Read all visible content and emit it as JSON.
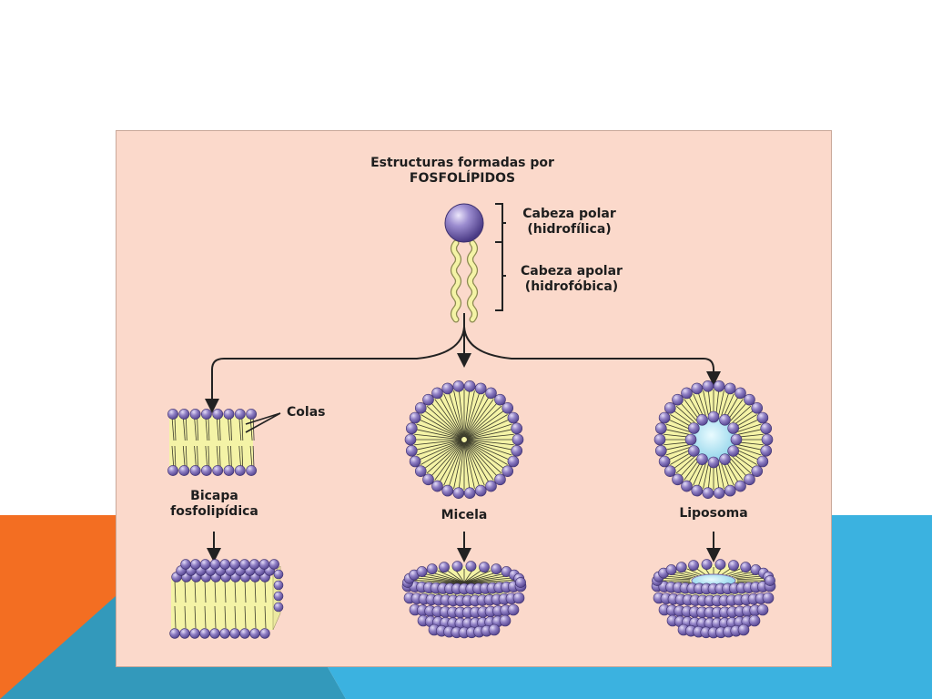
{
  "slide": {
    "colors": {
      "background": "#ffffff",
      "orange": "#f36e22",
      "blue": "#3bb2e0",
      "teal": "#3399bb"
    }
  },
  "figure": {
    "title_line1": "Estructuras formadas por",
    "title_line2": "FOSFOLÍPIDOS",
    "head_label_line1": "Cabeza polar",
    "head_label_line2": "(hidrofílica)",
    "tail_label_line1": "Cabeza apolar",
    "tail_label_line2": "(hidrofóbica)",
    "tails_label": "Colas",
    "bilayer_label_line1": "Bicapa",
    "bilayer_label_line2": "fosfolipídica",
    "micelle_label": "Micela",
    "liposome_label": "Liposoma",
    "colors": {
      "panel": "#fbd9cb",
      "head": "#7b6bb0",
      "head_light": "#b0a6d8",
      "tail": "#f4f3a6",
      "arrow": "#222222"
    }
  }
}
